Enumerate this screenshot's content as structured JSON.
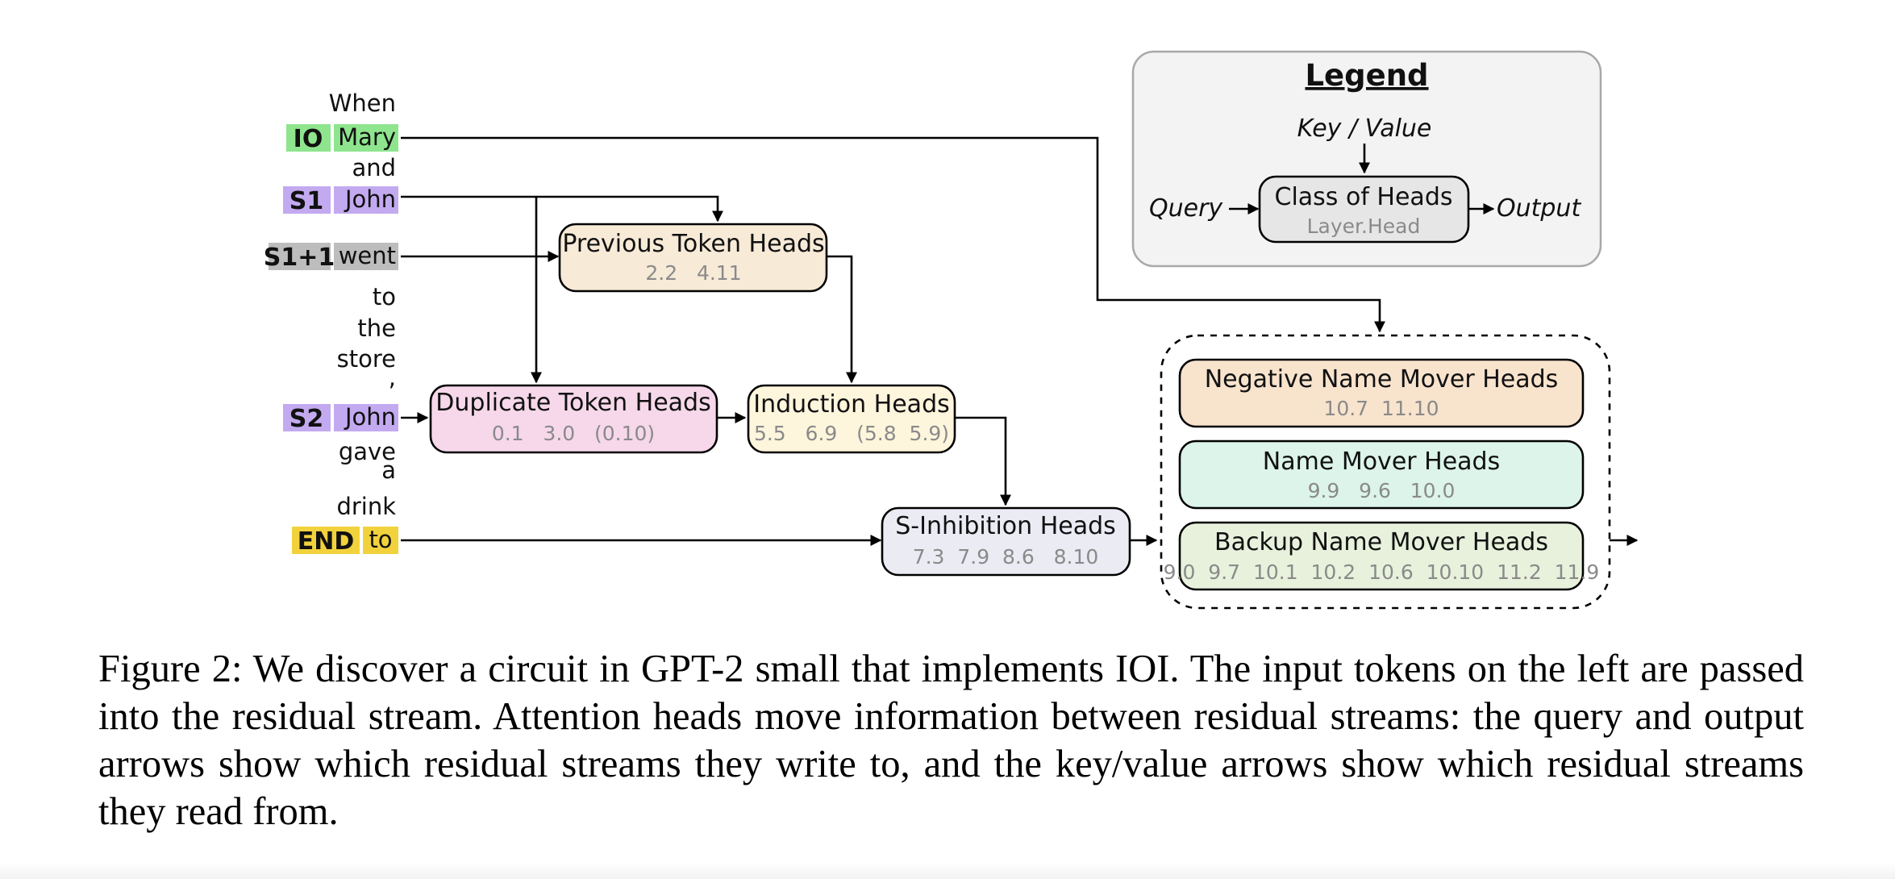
{
  "tokens": {
    "when": "When",
    "io_tag": "IO",
    "mary": "Mary",
    "and": "and",
    "s1_tag": "S1",
    "john1": "John",
    "s1p1_tag": "S1+1",
    "went": "went",
    "to1": "to",
    "the": "the",
    "store": "store",
    "comma": ",",
    "s2_tag": "S2",
    "john2": "John",
    "gave": "gave",
    "a": "a",
    "drink": "drink",
    "end_tag": "END",
    "to2": "to"
  },
  "boxes": {
    "previous_token": {
      "title": "Previous Token Heads",
      "heads": "2.2   4.11"
    },
    "duplicate_token": {
      "title": "Duplicate Token Heads",
      "heads": "0.1   3.0   (0.10)"
    },
    "induction": {
      "title": "Induction Heads",
      "heads": "5.5   6.9   (5.8  5.9)"
    },
    "s_inhibition": {
      "title": "S-Inhibition Heads",
      "heads": "7.3  7.9  8.6   8.10"
    },
    "negative_name_mover": {
      "title": "Negative Name Mover Heads",
      "heads": "10.7  11.10"
    },
    "name_mover": {
      "title": "Name Mover Heads",
      "heads": "9.9   9.6   10.0"
    },
    "backup_name_mover": {
      "title": "Backup Name Mover Heads",
      "heads": "9.0  9.7  10.1  10.2  10.6  10.10  11.2  11.9"
    }
  },
  "legend": {
    "title": "Legend",
    "key_value": "Key / Value",
    "query": "Query",
    "output": "Output",
    "class_title": "Class of Heads",
    "class_sub": "Layer.Head"
  },
  "colors": {
    "io_green": "#8ee58e",
    "s_purple": "#c3aaf0",
    "s1p1_gray": "#bdbdbd",
    "end_yellow": "#f2d23c",
    "previous_token": "#f7ead7",
    "duplicate_token": "#f6d8ea",
    "induction": "#fdf5dc",
    "s_inhibition": "#ebebf4",
    "negative_name_mover": "#f8e3cd",
    "name_mover": "#dcf4ea",
    "backup_name_mover": "#e8f1dc",
    "legend_bg": "#f3f3f3",
    "legend_box": "#e6e6e6"
  },
  "caption": "Figure 2: We discover a circuit in GPT-2 small that implements IOI. The input tokens on the left are passed into the residual stream.  Attention heads move information between residual streams: the query and output arrows show which residual streams they write to, and the key/value arrows show which residual streams they read from."
}
